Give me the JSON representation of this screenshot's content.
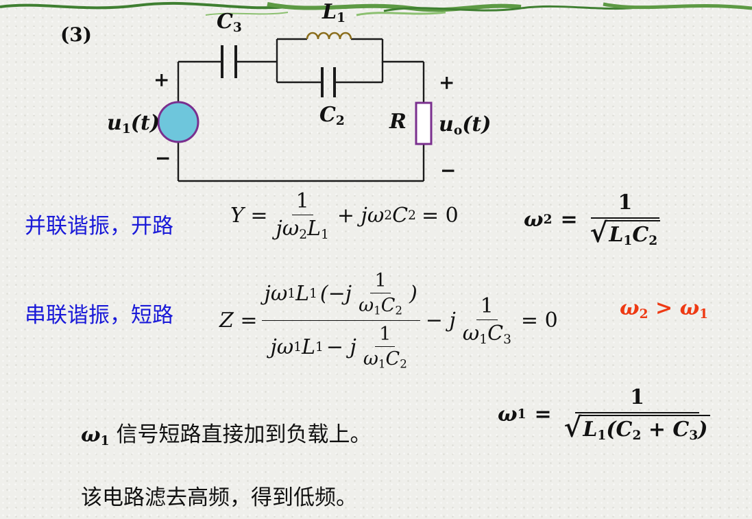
{
  "part_label": "(3)",
  "circuit": {
    "c3_label": "C",
    "c3_sub": "3",
    "l1_label": "L",
    "l1_sub": "1",
    "c2_label": "C",
    "c2_sub": "2",
    "r_label": "R",
    "u1_label": "u",
    "u1_sub": "1",
    "u1_arg": "(t)",
    "uo_label": "u",
    "uo_sub": "o",
    "uo_arg": "(t)",
    "plus": "+",
    "minus": "−"
  },
  "parallel": {
    "caption": "并联谐振，开路",
    "y_lhs": "Y =",
    "num": "1",
    "den": "jω",
    "den_sub": "2",
    "den_tail": "L",
    "den_tail_sub": "1",
    "plus_term": "+ jω",
    "plus_term_sub": "2",
    "plus_term_c": "C",
    "plus_term_c_sub": "2",
    "eq_zero": "= 0",
    "w2_lhs": "ω",
    "w2_sub": "2",
    "w2_eq": "=",
    "w2_num": "1",
    "w2_den_l": "L",
    "w2_den_l_sub": "1",
    "w2_den_c": "C",
    "w2_den_c_sub": "2"
  },
  "series": {
    "caption": "串联谐振，短路",
    "compare_w": "ω",
    "compare_w_sub": "2",
    "compare_op": " >",
    "compare_w1": "ω",
    "compare_w1_sub": "1",
    "z_lhs": "Z =",
    "top_a": "jω",
    "top_a_sub": "1",
    "top_b": "L",
    "top_b_sub": "1",
    "top_c": "(−j",
    "inner_num": "1",
    "inner_den": "ω",
    "inner_den_sub": "1",
    "inner_den_c": "C",
    "inner_den_c_sub": "2",
    "close": ")",
    "bot_a": "jω",
    "bot_a_sub": "1",
    "bot_b": "L",
    "bot_b_sub": "1",
    "bot_c": " − j",
    "tail_minus": "− j",
    "tail_num": "1",
    "tail_den": "ω",
    "tail_den_sub": "1",
    "tail_den_c": "C",
    "tail_den_c_sub": "3",
    "eq_zero": "= 0",
    "w1_lhs": "ω",
    "w1_sub": "1",
    "w1_eq": "=",
    "w1_num": "1",
    "w1_den_l": "L",
    "w1_den_l_sub": "1",
    "w1_den_open": "(C",
    "w1_den_c2_sub": "2",
    "w1_den_plus": " + C",
    "w1_den_c3_sub": "3",
    "w1_den_close": ")"
  },
  "notes": {
    "line1_w": "ω",
    "line1_w_sub": "1",
    "line1_text": "信号短路直接加到负载上。",
    "line2_text": "该电路滤去高频，得到低频。"
  },
  "colors": {
    "wire": "#1a1a1a",
    "inductor": "#8a6d1c",
    "component": "#7a2f8e",
    "source_fill": "#6ec6dc",
    "caption_blue": "#1a1ad8",
    "highlight_red": "#ee3a14",
    "band_green": "#4a8a35"
  }
}
